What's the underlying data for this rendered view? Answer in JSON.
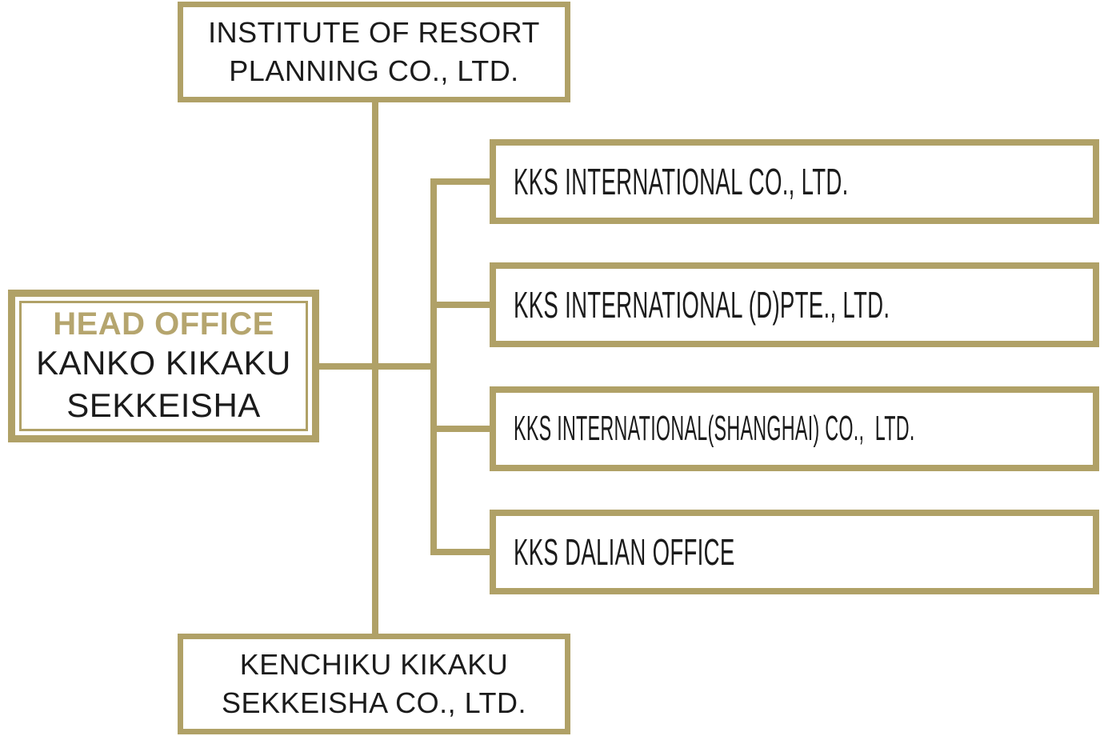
{
  "colors": {
    "gold": "#b0a167",
    "gold_text": "#b5a56e",
    "text": "#1b1b1b",
    "background": "#ffffff"
  },
  "org": {
    "type": "organization-chart",
    "parent": {
      "label": "INSTITUTE OF RESORT PLANNING CO., LTD."
    },
    "head_office": {
      "title": "HEAD OFFICE",
      "name": "KANKO KIKAKU SEKKEISHA"
    },
    "subsidiaries": [
      {
        "label": "KKS INTERNATIONAL CO., LTD."
      },
      {
        "label": "KKS INTERNATIONAL (D)PTE., LTD."
      },
      {
        "label": "KKS INTERNATIONAL(SHANGHAI) CO.,  LTD."
      },
      {
        "label": "KKS DALIAN OFFICE"
      }
    ],
    "affiliate": {
      "label": "KENCHIKU KIKAKU SEKKEISHA CO., LTD."
    }
  }
}
